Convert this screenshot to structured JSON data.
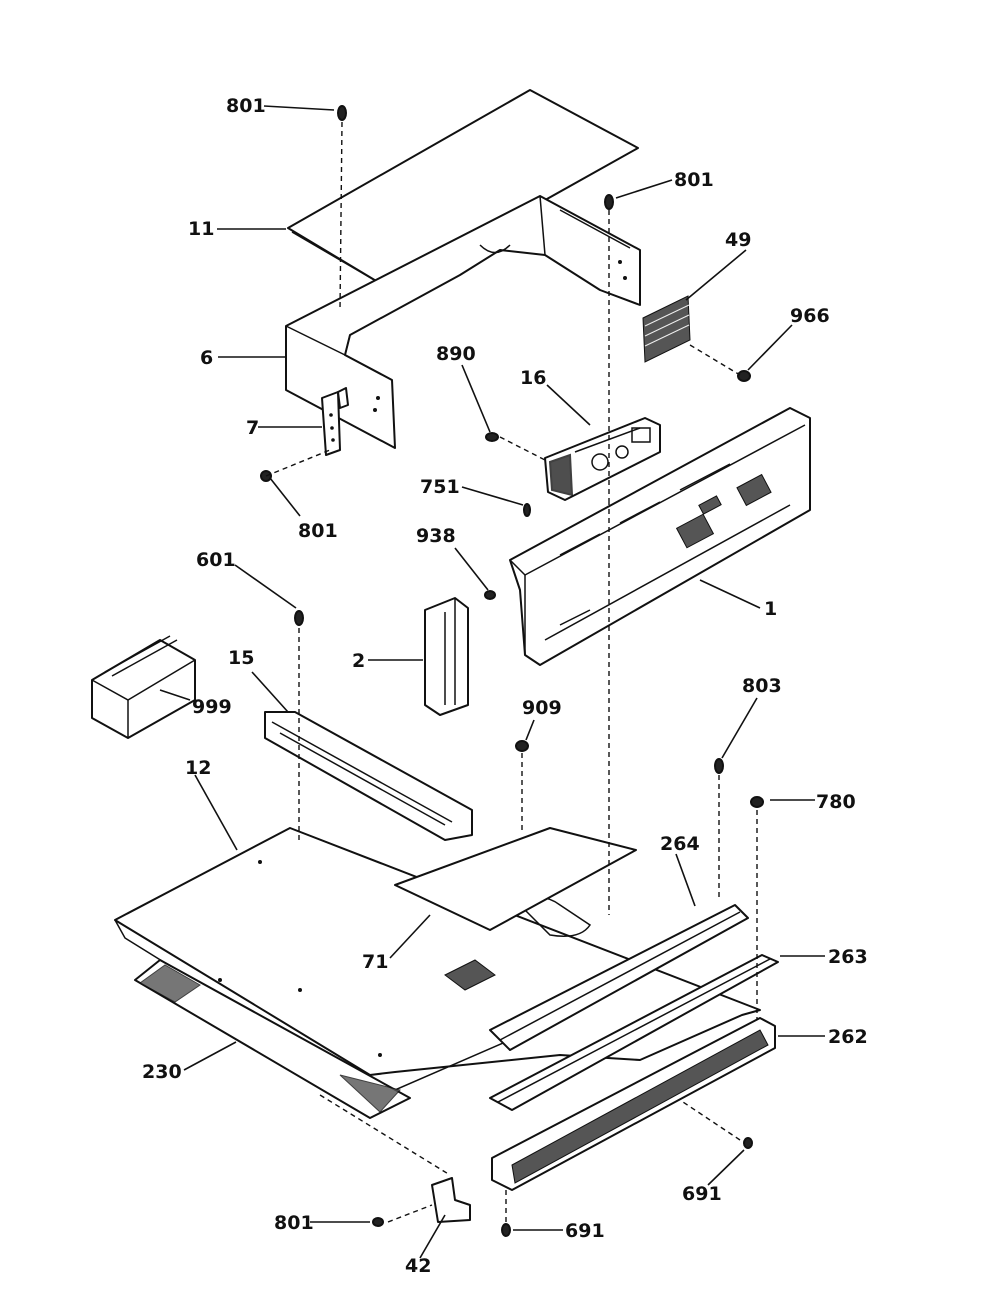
{
  "callouts": {
    "c801_top": "801",
    "c11": "11",
    "c801_right": "801",
    "c49": "49",
    "c966": "966",
    "c6": "6",
    "c890": "890",
    "c16": "16",
    "c7": "7",
    "c801_mid": "801",
    "c751": "751",
    "c938": "938",
    "c601": "601",
    "c1": "1",
    "c15": "15",
    "c2": "2",
    "c999": "999",
    "c909": "909",
    "c803": "803",
    "c780": "780",
    "c12": "12",
    "c264": "264",
    "c263": "263",
    "c71": "71",
    "c262": "262",
    "c230": "230",
    "c691_right": "691",
    "c801_bottom": "801",
    "c691_bottom": "691",
    "c42": "42"
  }
}
